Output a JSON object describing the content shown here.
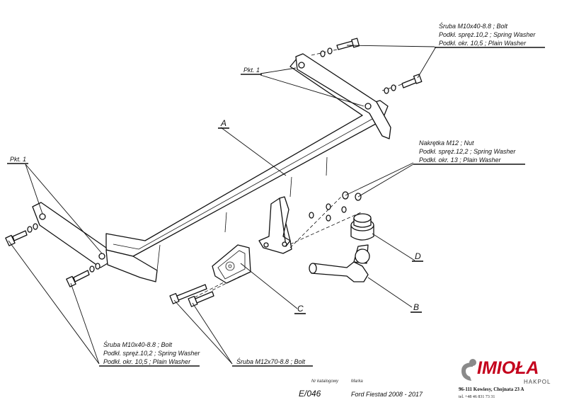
{
  "callouts": {
    "top_right": {
      "line1": "Śruba M10x40-8.8 ;  Bolt",
      "line2": "Podkł. spręż.10,2 ; Spring Washer",
      "line3": "Podkł. okr. 10,5 ; Plain Washer"
    },
    "right_nut": {
      "line1": "Nakrętka  M12 ; Nut",
      "line2": "Podkł. spręż.12,2 ; Spring Washer",
      "line3": "Podkł. okr. 13 ; Plain Washer"
    },
    "bottom_left": {
      "line1": "Śruba M10x40-8.8 ;  Bolt",
      "line2": "Podkł. spręż.10,2 ; Spring Washer",
      "line3": "Podkł. okr. 10,5 ; Plain Washer"
    },
    "bottom_mid": {
      "line1": "Śruba M12x70-8.8 ;  Bolt"
    },
    "pkt_left": "Pkt. 1",
    "pkt_top": "Pkt. 1"
  },
  "part_labels": {
    "a": "A",
    "b": "B",
    "c": "C",
    "d": "D"
  },
  "footer": {
    "catalog_caption": "Nr katalogowy",
    "catalog_number": "E/046",
    "make_caption": "Marka",
    "model": "Ford Fiestad  2008 - 2017",
    "address_line1": "96-111 Kowiesy, Chojnata 23 A",
    "address_line2": "tel. +48 46 831 73 31"
  },
  "logo": {
    "brand": "IMIOŁA",
    "sub": "HAKPOL",
    "colors": {
      "red": "#c4001c",
      "grey": "#8a8a8a"
    }
  }
}
